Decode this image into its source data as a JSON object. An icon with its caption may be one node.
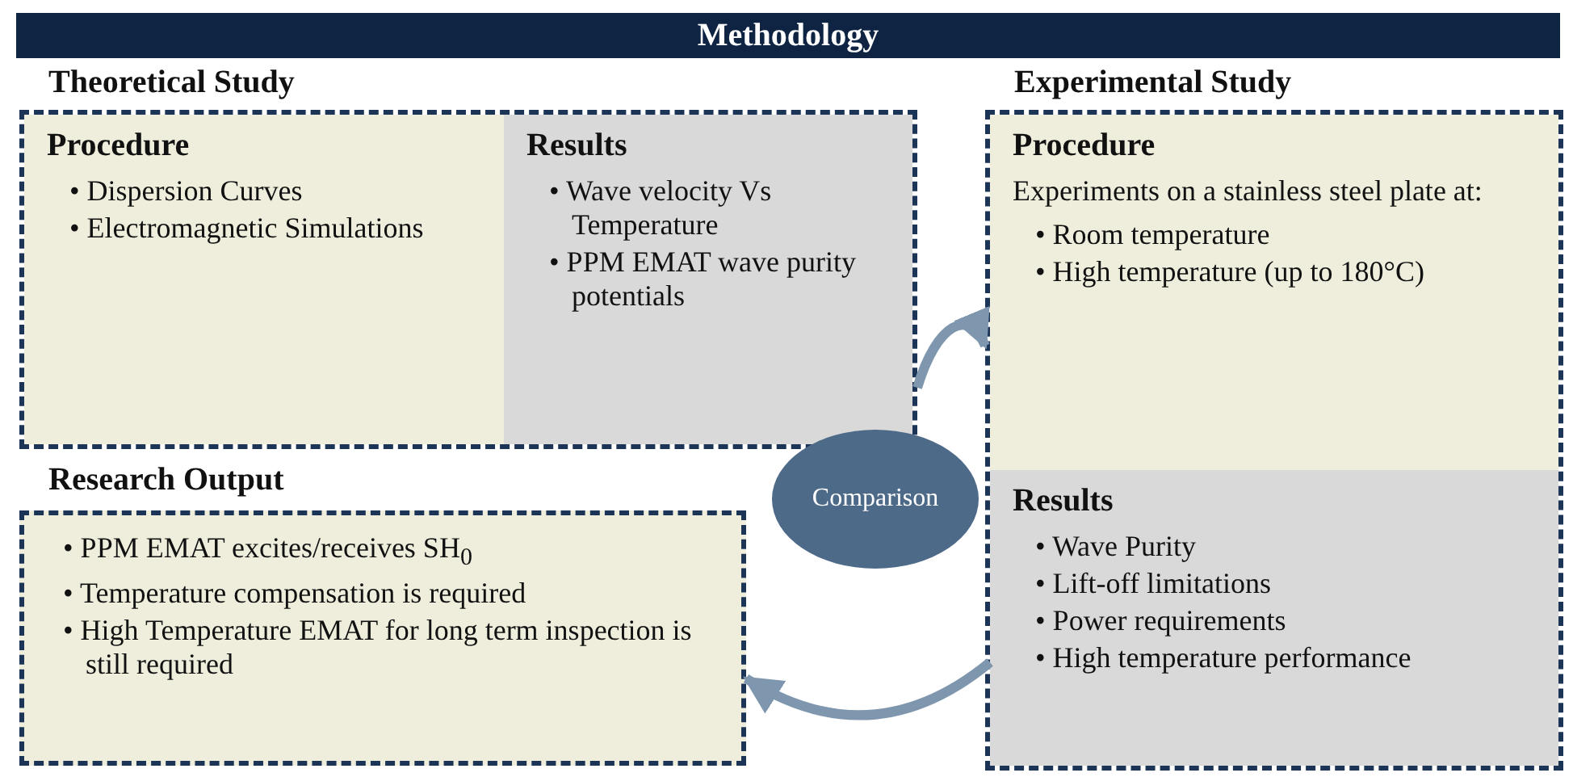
{
  "diagram": {
    "nodes": [
      {
        "text": [
          "Methodology"
        ]
      },
      {
        "text": [
          "Theoretical Study"
        ]
      },
      {
        "text": [
          "Procedure",
          "• Dispersion Curves",
          "• Electromagnetic Simulations"
        ],
        "in": 1
      },
      {
        "text": [
          "Results",
          "• Wave velocity Vs Temperature",
          "• PPM EMAT wave purity potentials"
        ],
        "in": 1
      },
      {
        "text": [
          "Experimental Study"
        ]
      },
      {
        "text": [
          "Procedure",
          "Experiments on a stainless steel plate at:",
          "• Room temperature",
          "• High temperature (up to 180°C)"
        ],
        "in": 4
      },
      {
        "text": [
          "Results",
          "• Wave Purity",
          "• Lift-off limitations",
          "• Power requirements",
          "• High temperature performance"
        ],
        "in": 4
      },
      {
        "text": [
          "Research Output",
          "• PPM EMAT excites/receives SH$_{0}$",
          "• Temperature compensation is required",
          "• High Temperature EMAT for long term inspection is still required"
        ]
      },
      {
        "text": [
          "Comparison"
        ]
      }
    ],
    "edges": [
      {
        "from": 1,
        "to": 4,
        "arrow": "to"
      },
      {
        "from": 6,
        "to": 7,
        "arrow": "to"
      }
    ]
  }
}
